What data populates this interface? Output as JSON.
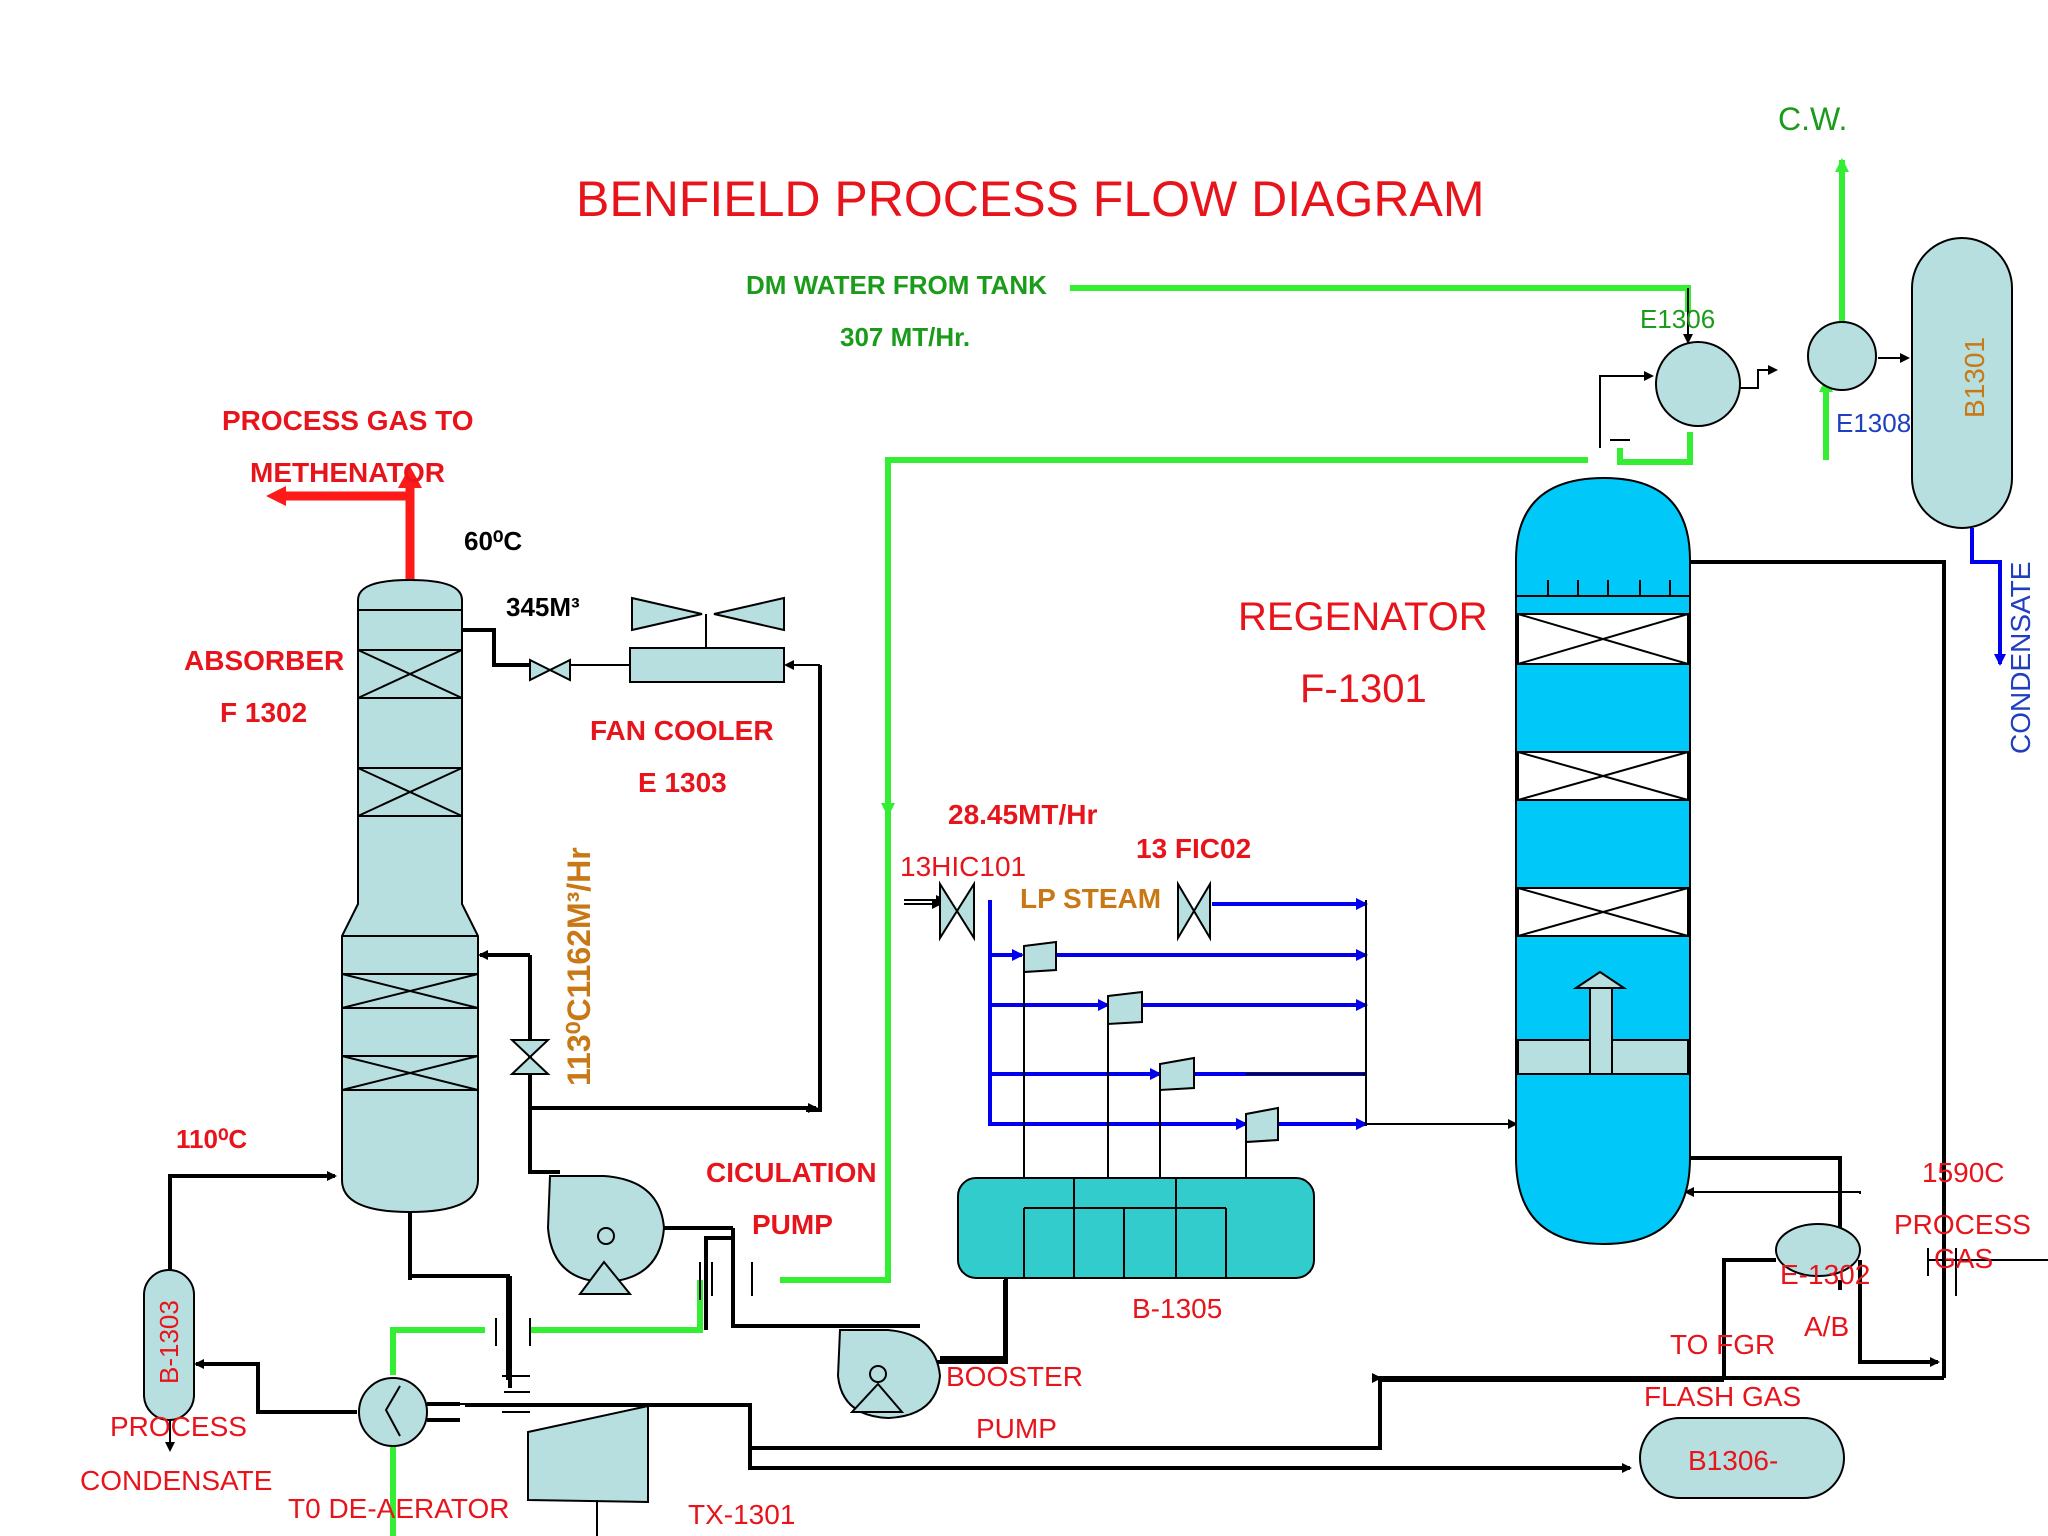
{
  "title": "BENFIELD PROCESS FLOW DIAGRAM",
  "labels": {
    "cw": "C.W.",
    "dm_water": "DM WATER FROM TANK",
    "dm_flow": "307 MT/Hr.",
    "e1306": "E1306",
    "e1308": "E1308",
    "b1301": "B1301",
    "condensate_right": "CONDENSATE",
    "process_gas_1": "PROCESS GAS TO",
    "process_gas_2": "METHENATOR",
    "temp_60": "60⁰C",
    "vol_345": "345M³",
    "absorber_1": "ABSORBER",
    "absorber_2": "F 1302",
    "fan_cooler_1": "FAN COOLER",
    "fan_cooler_2": "E 1303",
    "regenerator_1": "REGENATOR",
    "regenerator_2": "F-1301",
    "flow_2845": "28.45MT/Hr",
    "fic02": "13 FIC02",
    "hic101": "13HIC101",
    "lp_steam": "LP STEAM",
    "vertical_flow": "113⁰C1162M³/Hr",
    "temp_110": "110⁰C",
    "circ_1": "CICULATION",
    "circ_2": "PUMP",
    "b1305": "B-1305",
    "b1303": "B-1303",
    "proc_cond_1": "PROCESS",
    "proc_cond_2": "CONDENSATE",
    "deaerator": "T0 DE-AERATOR",
    "booster_1": "BOOSTER",
    "booster_2": "PUMP",
    "tx1301": "TX-1301",
    "b1306": "B1306-",
    "to_fgr_1": "TO FGR",
    "to_fgr_2": "FLASH GAS",
    "e1302": "E-1302",
    "ab": "A/B",
    "temp_159": "1590C",
    "proc_gas_r1": "PROCESS",
    "proc_gas_r2": "GAS"
  }
}
